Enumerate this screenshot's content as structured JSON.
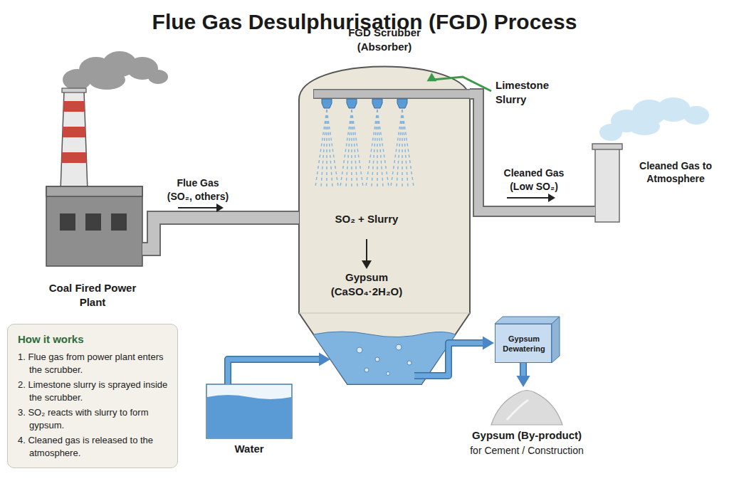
{
  "diagram": {
    "title": "Flue Gas Desulphurisation (FGD) Process",
    "nodes": [
      {
        "text": [
          "Coal Fired Power Plant"
        ]
      },
      {
        "text": [
          "FGD Scrubber (Absorber)",
          "SO₂ + Slurry",
          "Gypsum (CaSO₄·2H₂O)"
        ]
      },
      {
        "text": [
          "Cleaned Gas to Atmosphere"
        ]
      },
      {
        "text": [
          "How it works",
          "1. Flue gas from power plant enters the scrubber.",
          "2. Limestone slurry is sprayed inside the scrubber.",
          "3. SO₂ reacts with slurry to form gypsum.",
          "4. Cleaned gas is released to the atmosphere."
        ]
      },
      {
        "text": [
          "Water"
        ]
      },
      {
        "text": [
          "Gypsum Dewatering"
        ]
      },
      {
        "text": [
          "Gypsum (By-product)",
          "for Cement / Construction"
        ]
      }
    ],
    "edges": [
      {
        "from": 0,
        "to": 1,
        "label": "Flue Gas (SO₂, others)",
        "arrow": "to"
      },
      {
        "from": 1,
        "to": 2,
        "label": "Cleaned Gas (Low SO₂)",
        "arrow": "to"
      },
      {
        "from": 4,
        "to": 1,
        "arrow": "to"
      },
      {
        "from": 1,
        "to": 5,
        "arrow": "to"
      },
      {
        "from": 5,
        "to": 6,
        "arrow": "to"
      }
    ],
    "labels": [
      "Limestone Slurry"
    ]
  }
}
